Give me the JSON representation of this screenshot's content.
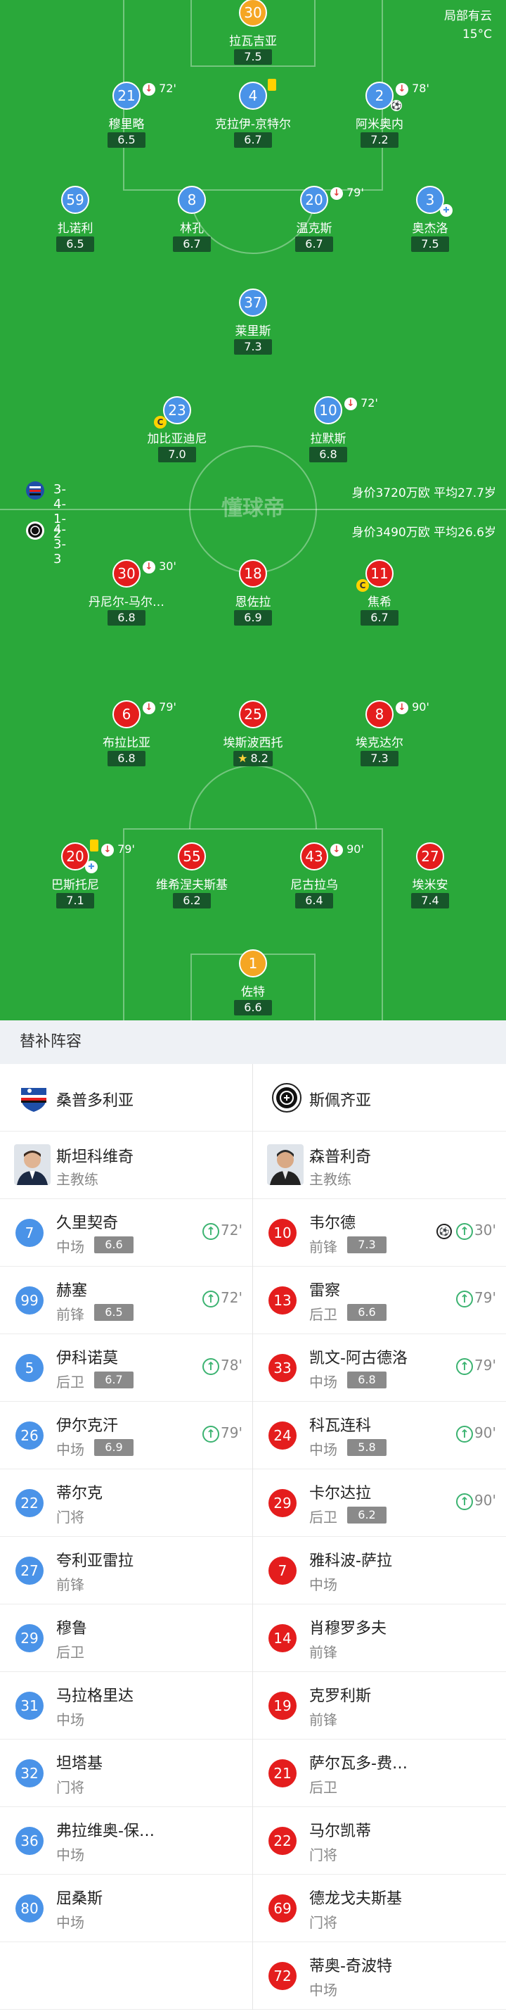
{
  "weather": {
    "desc": "局部有云",
    "temp": "15°C"
  },
  "home": {
    "name": "桑普多利亚",
    "formation": "3-4-1-2",
    "value_line": "身价3720万欧  平均27.7岁",
    "coach": {
      "name": "斯坦科维奇",
      "role": "主教练"
    },
    "players": [
      {
        "num": "30",
        "name": "拉瓦吉亚",
        "rating": "7.5"
      },
      {
        "num": "21",
        "name": "穆里略",
        "rating": "6.5",
        "sub": "72'"
      },
      {
        "num": "4",
        "name": "克拉伊-京特尔",
        "rating": "6.7"
      },
      {
        "num": "2",
        "name": "阿米奥内",
        "rating": "7.2",
        "sub": "78'"
      },
      {
        "num": "59",
        "name": "扎诺利",
        "rating": "6.5"
      },
      {
        "num": "8",
        "name": "林孔",
        "rating": "6.7"
      },
      {
        "num": "20",
        "name": "温克斯",
        "rating": "6.7",
        "sub": "79'"
      },
      {
        "num": "3",
        "name": "奥杰洛",
        "rating": "7.5"
      },
      {
        "num": "37",
        "name": "莱里斯",
        "rating": "7.3"
      },
      {
        "num": "23",
        "name": "加比亚迪尼",
        "rating": "7.0"
      },
      {
        "num": "10",
        "name": "拉默斯",
        "rating": "6.8",
        "sub": "72'"
      }
    ],
    "subs": [
      {
        "num": "7",
        "name": "久里契奇",
        "pos": "中场",
        "rating": "6.6",
        "time": "72'"
      },
      {
        "num": "99",
        "name": "赫塞",
        "pos": "前锋",
        "rating": "6.5",
        "time": "72'"
      },
      {
        "num": "5",
        "name": "伊科诺莫",
        "pos": "后卫",
        "rating": "6.7",
        "time": "78'"
      },
      {
        "num": "26",
        "name": "伊尔克汗",
        "pos": "中场",
        "rating": "6.9",
        "time": "79'"
      },
      {
        "num": "22",
        "name": "蒂尔克",
        "pos": "门将"
      },
      {
        "num": "27",
        "name": "夸利亚雷拉",
        "pos": "前锋"
      },
      {
        "num": "29",
        "name": "穆鲁",
        "pos": "后卫"
      },
      {
        "num": "31",
        "name": "马拉格里达",
        "pos": "中场"
      },
      {
        "num": "32",
        "name": "坦塔基",
        "pos": "门将"
      },
      {
        "num": "36",
        "name": "弗拉维奥-保…",
        "pos": "中场"
      },
      {
        "num": "80",
        "name": "屈桑斯",
        "pos": "中场"
      }
    ]
  },
  "away": {
    "name": "斯佩齐亚",
    "formation": "4-3-3",
    "value_line": "身价3490万欧  平均26.6岁",
    "coach": {
      "name": "森普利奇",
      "role": "主教练"
    },
    "players": [
      {
        "num": "30",
        "name": "丹尼尔-马尔…",
        "rating": "6.8",
        "sub": "30'"
      },
      {
        "num": "18",
        "name": "恩佐拉",
        "rating": "6.9"
      },
      {
        "num": "11",
        "name": "焦希",
        "rating": "6.7"
      },
      {
        "num": "6",
        "name": "布拉比亚",
        "rating": "6.8",
        "sub": "79'"
      },
      {
        "num": "25",
        "name": "埃斯波西托",
        "rating": "8.2"
      },
      {
        "num": "8",
        "name": "埃克达尔",
        "rating": "7.3",
        "sub": "90'"
      },
      {
        "num": "20",
        "name": "巴斯托尼",
        "rating": "7.1",
        "sub": "79'"
      },
      {
        "num": "55",
        "name": "维希涅夫斯基",
        "rating": "6.2"
      },
      {
        "num": "43",
        "name": "尼古拉乌",
        "rating": "6.4",
        "sub": "90'"
      },
      {
        "num": "27",
        "name": "埃米安",
        "rating": "7.4"
      },
      {
        "num": "1",
        "name": "佐特",
        "rating": "6.6"
      }
    ],
    "subs": [
      {
        "num": "10",
        "name": "韦尔德",
        "pos": "前锋",
        "rating": "7.3",
        "time": "30'",
        "goal": true
      },
      {
        "num": "13",
        "name": "雷察",
        "pos": "后卫",
        "rating": "6.6",
        "time": "79'"
      },
      {
        "num": "33",
        "name": "凯文-阿古德洛",
        "pos": "中场",
        "rating": "6.8",
        "time": "79'"
      },
      {
        "num": "24",
        "name": "科瓦连科",
        "pos": "中场",
        "rating": "5.8",
        "time": "90'"
      },
      {
        "num": "29",
        "name": "卡尔达拉",
        "pos": "后卫",
        "rating": "6.2",
        "time": "90'"
      },
      {
        "num": "7",
        "name": "雅科波-萨拉",
        "pos": "中场"
      },
      {
        "num": "14",
        "name": "肖穆罗多夫",
        "pos": "前锋"
      },
      {
        "num": "19",
        "name": "克罗利斯",
        "pos": "前锋"
      },
      {
        "num": "21",
        "name": "萨尔瓦多-费…",
        "pos": "后卫"
      },
      {
        "num": "22",
        "name": "马尔凯蒂",
        "pos": "门将"
      },
      {
        "num": "69",
        "name": "德龙戈夫斯基",
        "pos": "门将"
      },
      {
        "num": "72",
        "name": "蒂奥-奇波特",
        "pos": "中场"
      }
    ]
  },
  "subs_title": "替补阵容",
  "watermark": "懂球帝",
  "colors": {
    "pitch": "#2aa83a",
    "home": "#4a93e8",
    "away": "#e41d1d",
    "gk": "#f5a623"
  }
}
